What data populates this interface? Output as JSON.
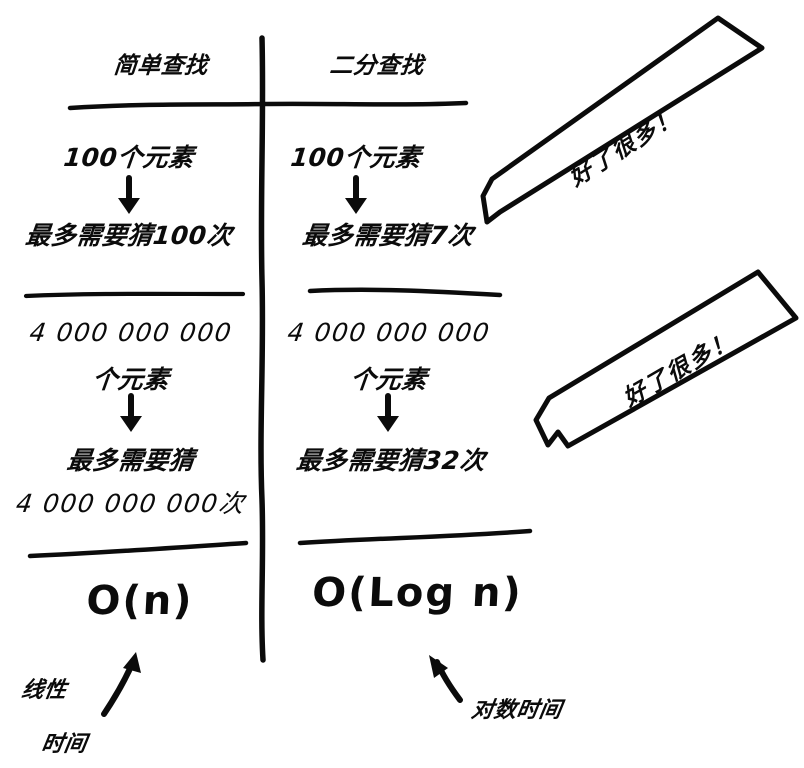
{
  "diagram": {
    "title_columns": {
      "left": "简单查找",
      "right": "二分查找"
    },
    "rows": [
      {
        "name": "row-100-elements",
        "left": {
          "input": "100个元素",
          "arrow": "down-arrow",
          "result": "最多需要猜100次"
        },
        "right": {
          "input": "100个元素",
          "arrow": "down-arrow",
          "result": "最多需要猜7次"
        }
      },
      {
        "name": "row-4-billion-elements",
        "left": {
          "input_number": "4 000 000 000",
          "input_unit": "个元素",
          "arrow": "down-arrow",
          "result_prefix": "最多需要猜",
          "result_number": "4 000 000 000次"
        },
        "right": {
          "input_number": "4 000 000 000",
          "input_unit": "个元素",
          "arrow": "down-arrow",
          "result": "最多需要猜32次"
        }
      },
      {
        "name": "row-big-o",
        "left": {
          "notation": "O(n)"
        },
        "right": {
          "notation": "O(Log n)"
        }
      }
    ],
    "annotations": {
      "left_bottom_line1": "线性",
      "left_bottom_line2": "时间",
      "right_bottom": "对数时间",
      "left_arrow_icon": "arrow-up-right-icon",
      "right_arrow_icon": "arrow-up-left-icon"
    },
    "banners": [
      {
        "name": "banner-top",
        "text": "好了很多！"
      },
      {
        "name": "banner-bottom",
        "text": "好了很多！"
      }
    ],
    "colors": {
      "ink": "#0b0b0b",
      "paper": "#ffffff"
    }
  }
}
